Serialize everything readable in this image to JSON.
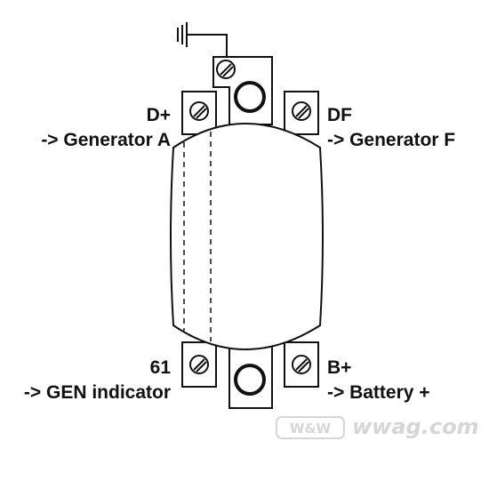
{
  "terminals": {
    "dplus": {
      "name": "D+",
      "desc": "-> Generator A"
    },
    "df": {
      "name": "DF",
      "desc": "-> Generator F"
    },
    "t61": {
      "name": "61",
      "desc": "-> GEN indicator"
    },
    "bplus": {
      "name": "B+",
      "desc": "-> Battery +"
    }
  },
  "watermark": {
    "logo": "W&W",
    "site": "wwag.com"
  },
  "colors": {
    "stroke": "#111111",
    "watermark": "#d6d6d6"
  }
}
